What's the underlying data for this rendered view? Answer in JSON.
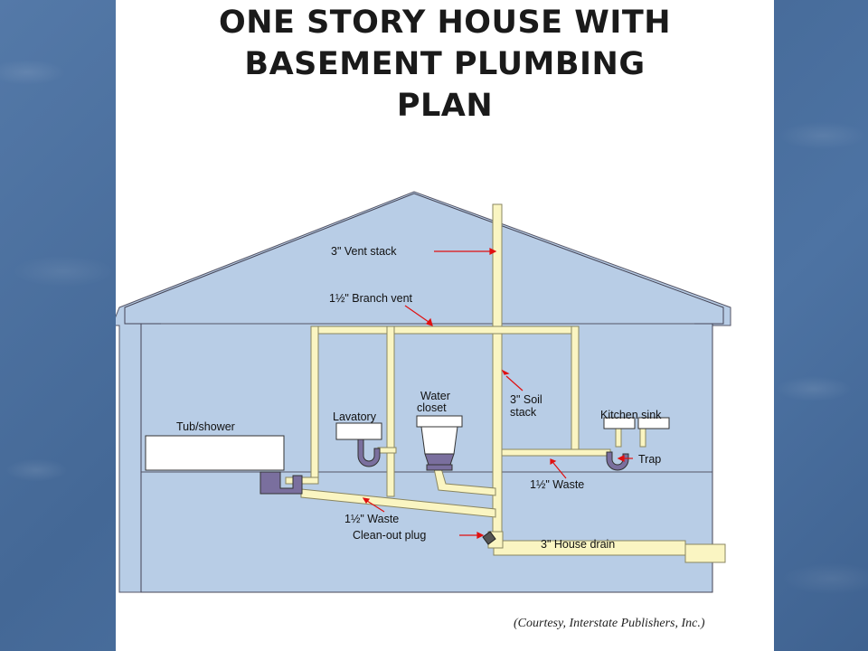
{
  "title_lines": [
    "ONE STORY HOUSE WITH",
    "BASEMENT PLUMBING",
    "PLAN"
  ],
  "labels": {
    "vent_stack": "3\" Vent stack",
    "branch_vent": "1½\" Branch vent",
    "water_closet_1": "Water",
    "water_closet_2": "closet",
    "soil_stack_1": "3\" Soil",
    "soil_stack_2": "stack",
    "lavatory": "Lavatory",
    "kitchen_sink": "Kitchen sink",
    "tub_shower": "Tub/shower",
    "trap": "Trap",
    "waste_right": "1½\" Waste",
    "waste_left": "1½\" Waste",
    "cleanout": "Clean-out plug",
    "house_drain": "3\" House drain"
  },
  "credit": "(Courtesy, Interstate Publishers, Inc.)",
  "colors": {
    "house_fill": "#b8cde6",
    "pipe": "#faf5c2",
    "trap": "#7a6f9e",
    "leader": "#e01010"
  }
}
